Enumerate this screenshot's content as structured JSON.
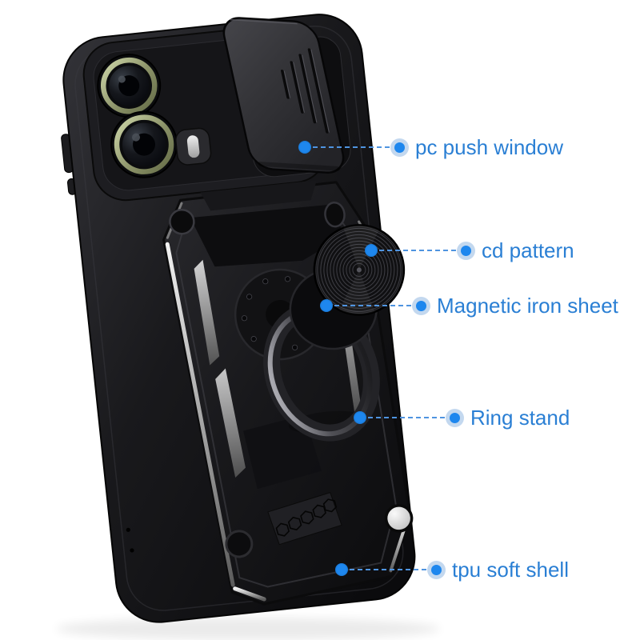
{
  "figure": {
    "type": "annotated-product-photo",
    "subject": "armor phone case rear view with slide camera cover, cd-pattern magnetic mount and ring stand",
    "background": "#ffffff"
  },
  "colors": {
    "label_text": "#2a7fd4",
    "marker_dot": "#1e87ee",
    "marker_halo": "#92b8e2",
    "dash_line": "#4f94e0",
    "case_black": "#121214",
    "camera_ring_olive": "#8b9268",
    "bevel_silver": "#c9c9c9"
  },
  "callouts": [
    {
      "id": "pc-push-window",
      "label": "pc push window"
    },
    {
      "id": "cd-pattern",
      "label": "cd pattern"
    },
    {
      "id": "magnetic-iron-sheet",
      "label": "Magnetic iron sheet"
    },
    {
      "id": "ring-stand",
      "label": "Ring stand"
    },
    {
      "id": "tpu-soft-shell",
      "label": "tpu soft shell"
    }
  ]
}
